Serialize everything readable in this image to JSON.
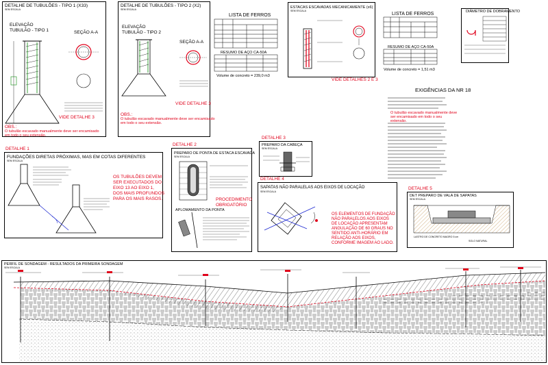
{
  "colors": {
    "red": "#e0001a",
    "blue": "#1f2bd1",
    "ink": "#000000"
  },
  "tub1": {
    "title": "DETALHE DE TUBULÕES - TIPO 1 (X33)",
    "sub": "SEM ESCALA",
    "elev": "ELEVAÇÃO",
    "elev2": "TUBULÃO - TIPO 1",
    "secao": "SEÇÃO A-A",
    "vide": "VIDE DETALHE 3",
    "obs1": "OBS.:",
    "obs2": "O tubulão escavado manualmente deve ser encamisado",
    "obs3": "em todo o seu extensão."
  },
  "tub2": {
    "title": "DETALHE DE TUBULÕES - TIPO 2 (X2)",
    "sub": "SEM ESCALA",
    "elev": "ELEVAÇÃO",
    "elev2": "TUBULÃO - TIPO 2",
    "secao": "SEÇÃO A-A",
    "vide": "VIDE DETALHE 3",
    "obs1": "OBS.:",
    "obs2": "O tubulão escavado manualmente deve ser encamisado",
    "obs3": "em todo o seu extensão."
  },
  "ferros1": {
    "title": "LISTA DE FERROS",
    "resumo": "RESUMO DE AÇO CA-50A",
    "volume": "Volume de concreto = 239,0 m3"
  },
  "estacas": {
    "title": "ESTACAS ESCAVADAS MECANICAMENTE (x6)",
    "sub": "SEM ESCALA",
    "vide": "VIDE DETALHES 2 E 3"
  },
  "ferros2": {
    "title": "LISTA DE FERROS",
    "resumo": "RESUMO DE AÇO CA-50A",
    "volume": "Volume de concreto = 1,51 m3"
  },
  "dobramento": {
    "title": "DIÂMETRO DE DOBRAMENTO"
  },
  "exig": {
    "title": "EXIGÊNCIAS DA NR 18",
    "red1": "O tubulão escavado manualmente deve",
    "red2": "ser encamisado em todo o seu",
    "red3": "extensão."
  },
  "det1": {
    "label": "DETALHE 1",
    "title": "FUNDAÇÕES DIRETAS PRÓXIMAS, MAS EM COTAS DIFERENTES",
    "sub": "SEM ESCALA",
    "note1": "OS TUBULÕES DEVEM",
    "note2": "SER EXECUTADOS DO",
    "note3": "EIXO 13 AO EIXO 1,",
    "note4": "DOS MAIS PROFUNDOS",
    "note5": "PARA OS MAIS RASOS."
  },
  "det2": {
    "label": "DETALHE 2",
    "title": "PREPARO DE PONTA DE ESTACA ESCAVADA",
    "sub": "SEM ESCALA",
    "proc1": "PROCEDIMENTO",
    "proc2": "OBRIGATÓRIO",
    "apl": "APLOMAMENTO DA PONTA"
  },
  "det3": {
    "label": "DETALHE 3",
    "title": "PREPARO DA CABEÇA",
    "sub": "SEM ESCALA"
  },
  "det4": {
    "label": "DETALHE 4",
    "title": "SAPATAS NÃO PARALELAS AOS EIXOS DE LOCAÇÃO",
    "sub": "SEM ESCALA",
    "n1": "OS ELEMENTOS DE FUNDAÇÃO",
    "n2": "NÃO PARALELOS AOS EIXOS",
    "n3": "DE LOCAÇÃO APRESENTAM",
    "n4": "ANGULAÇÃO DE 60 GRAUS NO",
    "n5": "SENTIDO ANTI-HORÁRIO EM",
    "n6": "RELAÇÃO AOS EIXOS,",
    "n7": "CONFORME IMAGEM AO LADO."
  },
  "det5": {
    "label": "DETALHE 5",
    "title": "DET PREPARO DE VALA DE SAPATAS",
    "sub": "SEM ESCALA",
    "l1": "LASTRO DE CONCRETO MAGRO 5 cm",
    "l2": "SOLO NATURAL"
  },
  "perfil": {
    "title": "PERFIL DE SONDAGEM - RESULTADOS DA PRIMEIRA SONDAGEM",
    "sub": "SEM ESCALA"
  }
}
